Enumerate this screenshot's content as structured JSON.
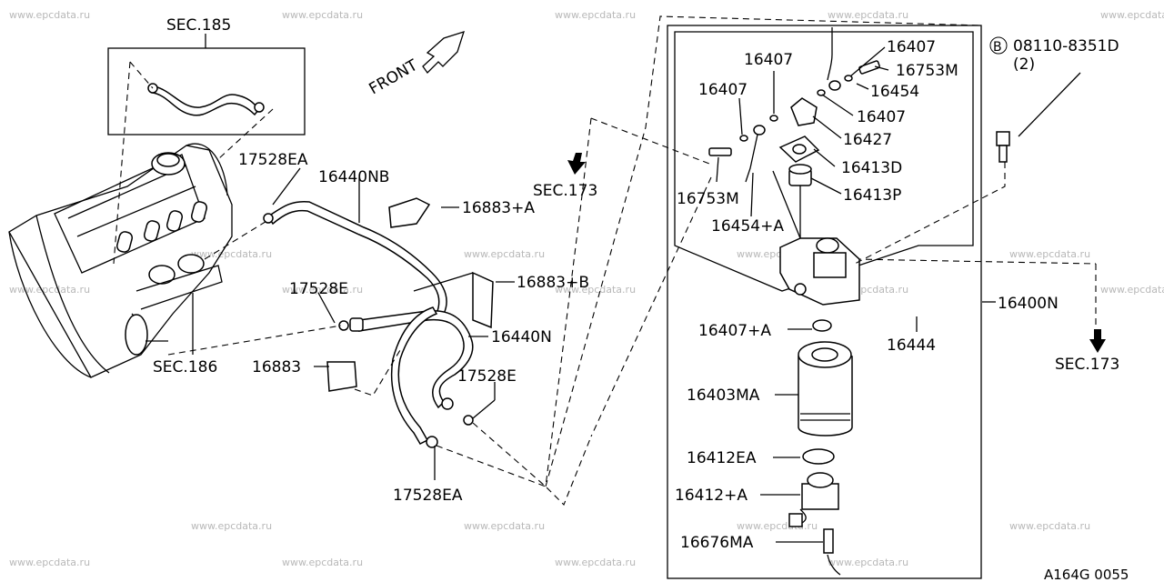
{
  "watermark": "www.epcdata.ru",
  "figure_code": "A164G 0055",
  "front_label": "FRONT",
  "bolt_symbol": "B",
  "callouts": {
    "sec185": "SEC.185",
    "sec186": "SEC.186",
    "sec173_left": "SEC.173",
    "sec173_right": "SEC.173",
    "p17528EA_top": "17528EA",
    "p16440NB": "16440NB",
    "p16883A": "16883+A",
    "p16883B": "16883+B",
    "p17528E_left": "17528E",
    "p16440N": "16440N",
    "p16883": "16883",
    "p17528E_right": "17528E",
    "p17528EA_bottom": "17528EA",
    "p16407_a": "16407",
    "p16407_b": "16407",
    "p16407_c": "16407",
    "p16407_d": "16407",
    "p16753M_a": "16753M",
    "p16753M_b": "16753M",
    "p16454": "16454",
    "p16427": "16427",
    "p16413D": "16413D",
    "p16413P": "16413P",
    "p16454A": "16454+A",
    "p16400N": "16400N",
    "p16444": "16444",
    "p16407A": "16407+A",
    "p16403MA": "16403MA",
    "p16412EA": "16412EA",
    "p16412A": "16412+A",
    "p16676MA": "16676MA",
    "bolt_part": "08110-8351D",
    "bolt_qty": "(2)"
  }
}
